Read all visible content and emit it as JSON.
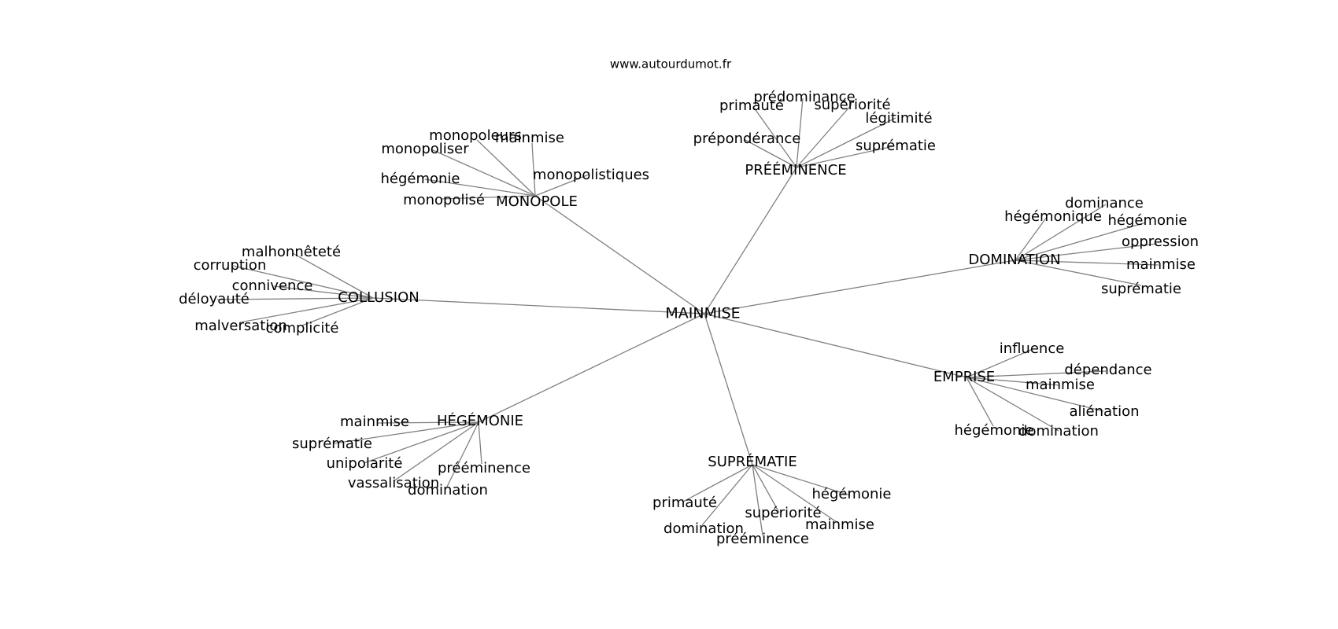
{
  "header": {
    "site": "www.autourdumot.fr"
  },
  "graph": {
    "root": "MAINMISE",
    "hubs": [
      {
        "label": "MONOPOLE",
        "leaves": [
          "monopoleurs",
          "mainmise",
          "monopoliser",
          "hégémonie",
          "monopolisé",
          "monopolistiques"
        ]
      },
      {
        "label": "PRÉÉMINENCE",
        "leaves": [
          "prédominance",
          "primauté",
          "supériorité",
          "légitimité",
          "prépondérance",
          "suprématie"
        ]
      },
      {
        "label": "DOMINATION",
        "leaves": [
          "dominance",
          "hégémonique",
          "hégémonie",
          "oppression",
          "mainmise",
          "suprématie"
        ]
      },
      {
        "label": "COLLUSION",
        "leaves": [
          "malhonnêteté",
          "corruption",
          "connivence",
          "déloyauté",
          "malversation",
          "complicité"
        ]
      },
      {
        "label": "EMPRISE",
        "leaves": [
          "influence",
          "dépendance",
          "mainmise",
          "aliénation",
          "hégémonie",
          "domination"
        ]
      },
      {
        "label": "HÉGÉMONIE",
        "leaves": [
          "mainmise",
          "suprématie",
          "unipolarité",
          "prééminence",
          "vassalisation",
          "domination"
        ]
      },
      {
        "label": "SUPRÉMATIE",
        "leaves": [
          "primauté",
          "hégémonie",
          "supériorité",
          "domination",
          "mainmise",
          "prééminence"
        ]
      }
    ]
  }
}
